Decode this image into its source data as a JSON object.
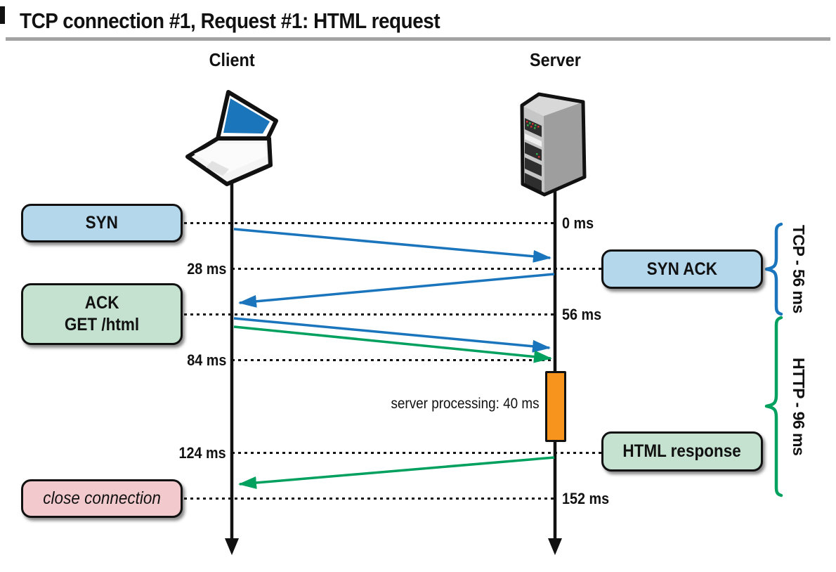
{
  "title": "TCP connection #1, Request #1: HTML request",
  "actors": {
    "client": "Client",
    "server": "Server"
  },
  "boxes": {
    "syn": "SYN",
    "ack": "ACK",
    "get": "GET /html",
    "close": "close connection",
    "syn_ack": "SYN ACK",
    "response": "HTML response"
  },
  "times": {
    "t0": "0 ms",
    "t28": "28 ms",
    "t56": "56 ms",
    "t84": "84 ms",
    "t124": "124 ms",
    "t152": "152 ms"
  },
  "processing_label": "server processing: 40 ms",
  "spans": {
    "tcp": "TCP - 56 ms",
    "http": "HTTP - 96 ms"
  },
  "colors": {
    "tcp_arrow": "#1b75bc",
    "http_arrow": "#00a05f",
    "syn_fill": "#b4d7ec",
    "get_fill": "#c4e2cf",
    "close_fill": "#f2c9cc",
    "processing_fill": "#f7941e",
    "laptop_screen": "#1b75bb",
    "rule_gray": "#a3a3a3",
    "ink": "#111111"
  }
}
